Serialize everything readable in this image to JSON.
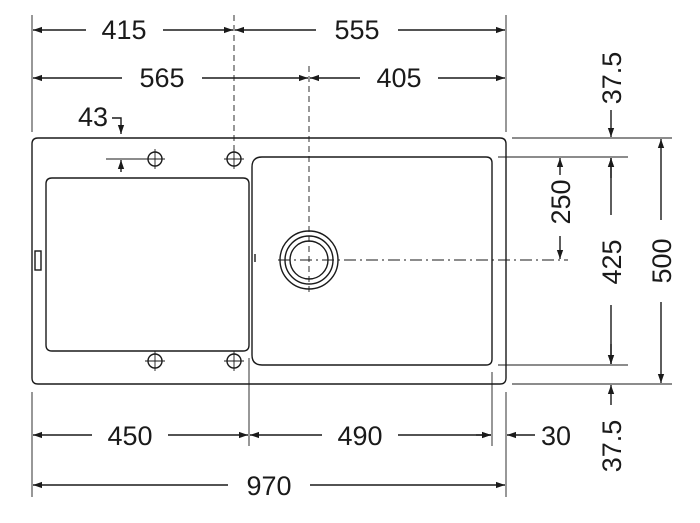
{
  "drawing": {
    "top_dimensions": {
      "upper_left": "415",
      "upper_right": "555",
      "lower_left": "565",
      "lower_right": "405"
    },
    "tap_hole_offset": "43",
    "right_dimensions": {
      "drain_center": "250",
      "inset_top": "37.5",
      "bowl_depth": "425",
      "inset_bottom": "37.5",
      "overall_depth": "500"
    },
    "bottom_dimensions": {
      "drainer_width": "450",
      "bowl_width": "490",
      "right_rim": "30",
      "overall_width": "970"
    }
  }
}
